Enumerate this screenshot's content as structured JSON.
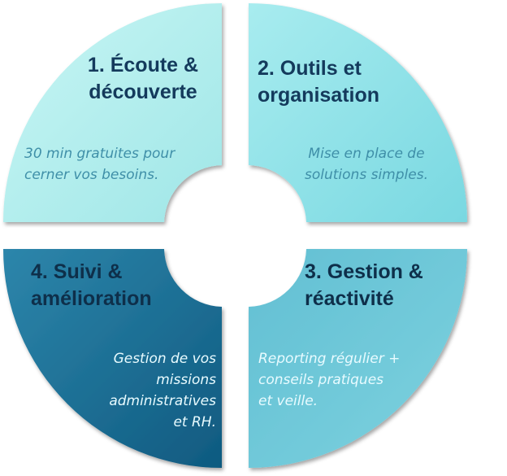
{
  "quadrants": [
    {
      "id": "q1",
      "title_lines": [
        "1. Écoute &",
        "découverte"
      ],
      "desc_lines": [
        "30 min gratuites pour",
        "cerner vos besoins."
      ],
      "fill_start": "#c8f6f4",
      "fill_end": "#9fe6e7"
    },
    {
      "id": "q2",
      "title_lines": [
        "2. Outils et",
        "organisation"
      ],
      "desc_lines": [
        "Mise en place de",
        "solutions simples."
      ],
      "fill_start": "#a8ecef",
      "fill_end": "#79d8e1"
    },
    {
      "id": "q3",
      "title_lines": [
        "3. Gestion &",
        "réactivité"
      ],
      "desc_lines": [
        "Reporting régulier +",
        "conseils pratiques",
        "et veille."
      ],
      "fill_start": "#62bfd3",
      "fill_end": "#7dd2df"
    },
    {
      "id": "q4",
      "title_lines": [
        "4. Suivi &",
        "amélioration"
      ],
      "desc_lines": [
        "Gestion de vos",
        "missions",
        "administratives",
        "et RH."
      ],
      "fill_start": "#2d86ab",
      "fill_end": "#0f5a80"
    }
  ]
}
